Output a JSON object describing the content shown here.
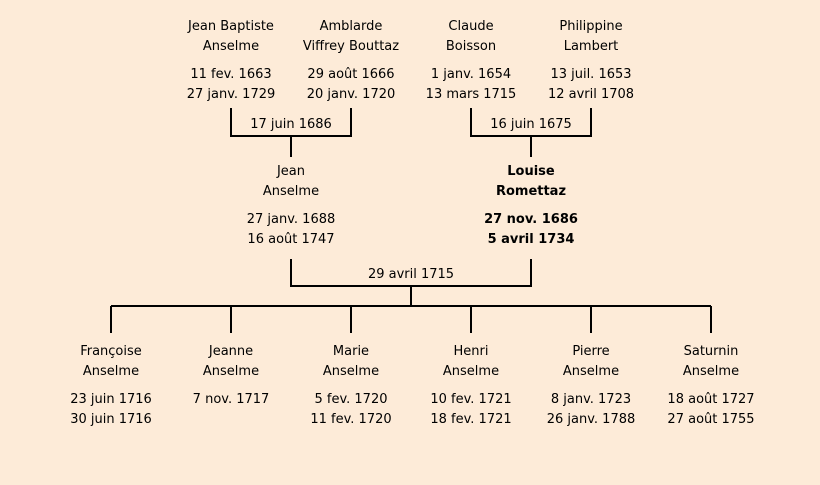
{
  "colors": {
    "background": "#fdebd8",
    "lines": "#000000"
  },
  "grandparents": [
    {
      "id": "gp1",
      "first": "Jean Baptiste",
      "last": "Anselme",
      "birth": "11 fev. 1663",
      "death": "27 janv. 1729"
    },
    {
      "id": "gp2",
      "first": "Amblarde",
      "last": "Viffrey Bouttaz",
      "birth": "29 août 1666",
      "death": "20 janv. 1720"
    },
    {
      "id": "gp3",
      "first": "Claude",
      "last": "Boisson",
      "birth": "1 janv. 1654",
      "death": "13 mars 1715"
    },
    {
      "id": "gp4",
      "first": "Philippine",
      "last": "Lambert",
      "birth": "13 juil. 1653",
      "death": "12 avril 1708"
    }
  ],
  "grandparent_marriages": [
    {
      "id": "m1",
      "date": "17 juin 1686"
    },
    {
      "id": "m2",
      "date": "16 juin 1675"
    }
  ],
  "parents": [
    {
      "id": "p1",
      "first": "Jean",
      "last": "Anselme",
      "birth": "27 janv. 1688",
      "death": "16 août 1747",
      "focus": false
    },
    {
      "id": "p2",
      "first": "Louise",
      "last": "Romettaz",
      "birth": "27 nov. 1686",
      "death": "5 avril 1734",
      "focus": true
    }
  ],
  "parent_marriage": {
    "date": "29 avril 1715"
  },
  "children": [
    {
      "id": "c1",
      "first": "Françoise",
      "last": "Anselme",
      "birth": "23 juin 1716",
      "death": "30 juin 1716"
    },
    {
      "id": "c2",
      "first": "Jeanne",
      "last": "Anselme",
      "birth": "7 nov. 1717",
      "death": ""
    },
    {
      "id": "c3",
      "first": "Marie",
      "last": "Anselme",
      "birth": "5 fev. 1720",
      "death": "11 fev. 1720"
    },
    {
      "id": "c4",
      "first": "Henri",
      "last": "Anselme",
      "birth": "10 fev. 1721",
      "death": "18 fev. 1721"
    },
    {
      "id": "c5",
      "first": "Pierre",
      "last": "Anselme",
      "birth": "8 janv. 1723",
      "death": "26 janv. 1788"
    },
    {
      "id": "c6",
      "first": "Saturnin",
      "last": "Anselme",
      "birth": "18 août 1727",
      "death": "27 août 1755"
    }
  ]
}
